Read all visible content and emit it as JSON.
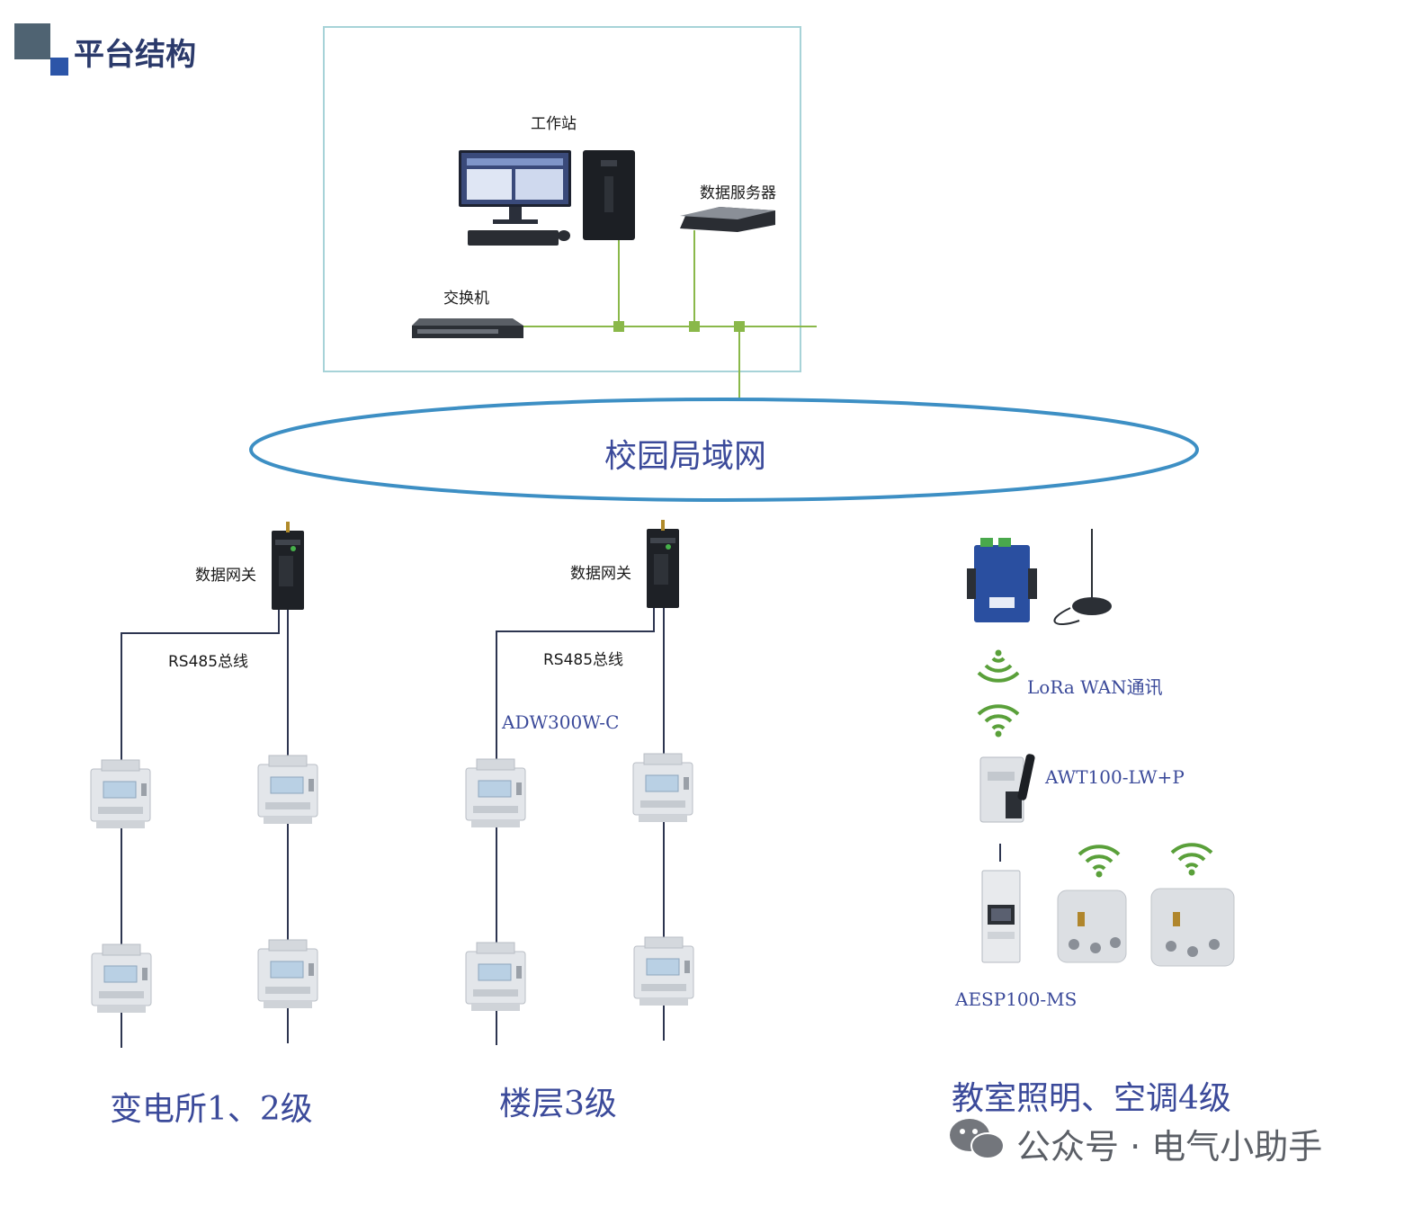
{
  "header": {
    "title": "平台结构"
  },
  "platform": {
    "workstation_label": "工作站",
    "server_label": "数据服务器",
    "switch_label": "交换机"
  },
  "network": {
    "label": "校园局域网"
  },
  "segments": [
    {
      "gateway_label": "数据网关",
      "bus_label": "RS485总线",
      "tier_label": "变电所1、2级"
    },
    {
      "gateway_label": "数据网关",
      "bus_label": "RS485总线",
      "meter_model": "ADW300W-C",
      "tier_label": "楼层3级"
    },
    {
      "comm_label": "LoRa WAN通讯",
      "module_label": "AWT100-LW+P",
      "socket_label": "AESP100-MS",
      "tier_label": "教室照明、空调4级"
    }
  ],
  "watermark": {
    "text": "公众号 · 电气小助手"
  },
  "colors": {
    "frame": "#a7d3d8",
    "green_line": "#8ab84a",
    "bus_line": "#2d3550",
    "ellipse": "#3d8fc4",
    "blue_text": "#3b4a9a",
    "wifi": "#5aa03a"
  }
}
